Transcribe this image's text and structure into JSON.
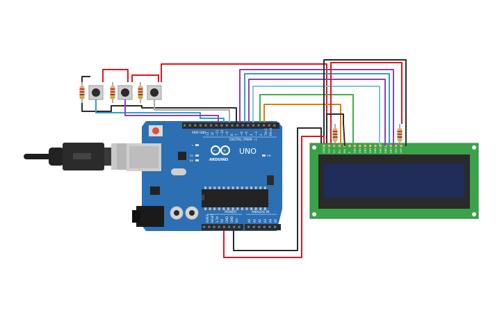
{
  "board": {
    "brand": "ARDUINO",
    "model": "UNO",
    "digital_label": "DIGITAL (PWM ~)",
    "power_label": "POWER",
    "analog_label": "ANALOG IN",
    "on_label": "ON",
    "led_l": "L",
    "led_tx": "TX",
    "led_rx": "RX",
    "aref": "AREF",
    "gnd": "GND",
    "digital_pins": [
      "13",
      "12",
      "~11",
      "~10",
      "~9",
      "8",
      "7",
      "~6",
      "~5",
      "4",
      "~3",
      "2",
      "TX>1",
      "RX<0"
    ],
    "power_pins": [
      "IOREF",
      "RESET",
      "3.3V",
      "5V",
      "GND",
      "GND",
      "Vin"
    ],
    "analog_pins": [
      "A0",
      "A1",
      "A2",
      "A3",
      "A4",
      "A5"
    ],
    "board_color": "#2c6fb3",
    "header_color": "#2b2b2b"
  },
  "lcd": {
    "pins": [
      "GND",
      "VCC",
      "V0",
      "RS",
      "RW",
      "E",
      "DB0",
      "DB1",
      "DB2",
      "DB3",
      "DB4",
      "DB5",
      "DB6",
      "DB7",
      "LED",
      "LED"
    ],
    "pcb_color": "#3aa34a",
    "screen_color": "#1f2d5a"
  },
  "wire_colors": {
    "red": "#e0141b",
    "black": "#2a2a2a",
    "purple": "#8e3fb0",
    "blue": "#2aa0c8",
    "green": "#3fb04a",
    "orange": "#e07a10",
    "gray": "#a8a8a8",
    "lightblue": "#7fc6d6"
  }
}
